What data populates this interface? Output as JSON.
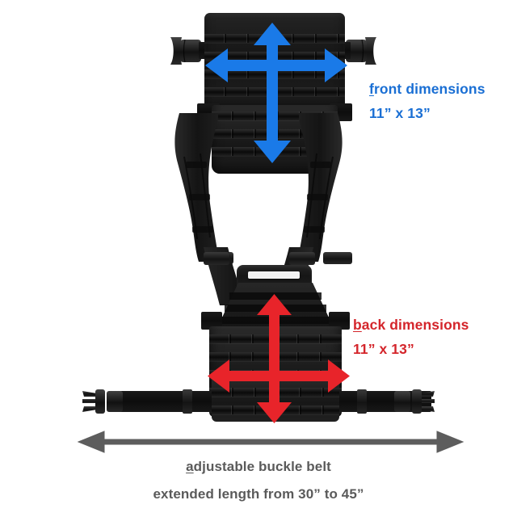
{
  "page": {
    "background": "#ffffff",
    "subject": "tactical plate carrier vest with adjustable buckle belt"
  },
  "colors": {
    "front_accent": "#1a7ae8",
    "back_accent": "#e8242a",
    "belt_accent": "#5d5d5d",
    "gear_black": "#1a1a1a",
    "background": "#ffffff"
  },
  "annotations": {
    "front": {
      "title_underlined_letter": "f",
      "title_rest": "ront dimensions",
      "title_full": "front dimensions",
      "measurement": "11” x 13”",
      "color": "#1a7ae8",
      "arrow_style": "cross",
      "width_inches": 11,
      "height_inches": 13
    },
    "back": {
      "title_underlined_letter": "b",
      "title_rest": "ack dimensions",
      "title_full": "back dimensions",
      "measurement": "11” x 13”",
      "color": "#e8242a",
      "arrow_style": "cross",
      "width_inches": 11,
      "height_inches": 13
    },
    "belt": {
      "line1_underlined_letter": "a",
      "line1_rest": "djustable buckle belt",
      "line1_full": "adjustable buckle belt",
      "line2": "extended length from 30” to 45”",
      "color": "#5d5d5d",
      "arrow_style": "double-headed",
      "min_length_inches": 30,
      "max_length_inches": 45
    }
  },
  "gear": {
    "front_panel_name": "front-plate-panel",
    "back_panel_name": "back-plate-panel",
    "shoulder_straps": "shoulder-strap",
    "drag_handle": "drag-handle",
    "cummerbund": "cummerbund",
    "belt_buckle_left": "belt-buckle-male",
    "belt_buckle_right": "belt-buckle-female",
    "shoulder_buckle_left": "shoulder-buckle-left",
    "shoulder_buckle_right": "shoulder-buckle-right"
  }
}
